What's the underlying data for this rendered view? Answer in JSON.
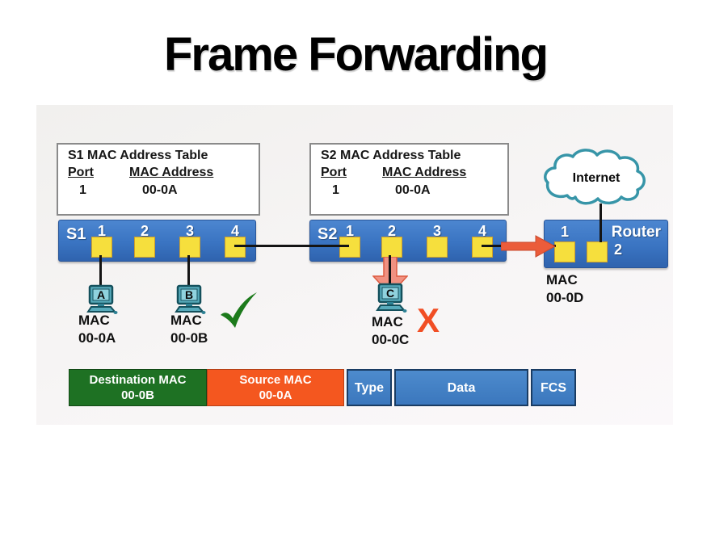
{
  "title": "Frame Forwarding",
  "colors": {
    "switch_blue": "#3a74c2",
    "port_yellow": "#f6df3d",
    "frame_green": "#1e7123",
    "frame_orange": "#f4571f",
    "frame_blue": "#3f7fc4",
    "check_green": "#1c7a1b",
    "x_red": "#f14e24",
    "arrow_orange": "#eb5c3a",
    "arrow_salmon": "#f09181",
    "cloud_teal": "#3795a8"
  },
  "mac_tables": {
    "s1": {
      "title": "S1 MAC Address Table",
      "port_header": "Port",
      "mac_header": "MAC Address",
      "rows": [
        {
          "port": "1",
          "mac": "00-0A"
        }
      ]
    },
    "s2": {
      "title": "S2 MAC Address Table",
      "port_header": "Port",
      "mac_header": "MAC Address",
      "rows": [
        {
          "port": "1",
          "mac": "00-0A"
        }
      ]
    }
  },
  "switches": {
    "s1": {
      "label": "S1",
      "ports": [
        "1",
        "2",
        "3",
        "4"
      ]
    },
    "s2": {
      "label": "S2",
      "ports": [
        "1",
        "2",
        "3",
        "4"
      ]
    }
  },
  "internet": {
    "label": "Internet"
  },
  "router": {
    "label": "Router",
    "port1_label": "1",
    "port2_label": "2",
    "mac_label": "MAC",
    "mac_value": "00-0D"
  },
  "hosts": [
    {
      "letter": "A",
      "mac_label": "MAC",
      "mac_value": "00-0A"
    },
    {
      "letter": "B",
      "mac_label": "MAC",
      "mac_value": "00-0B"
    },
    {
      "letter": "C",
      "mac_label": "MAC",
      "mac_value": "00-0C"
    }
  ],
  "annotations": {
    "x_label": "X"
  },
  "frame_fields": [
    {
      "label": "Destination MAC",
      "value": "00-0B"
    },
    {
      "label": "Source MAC",
      "value": "00-0A"
    },
    {
      "label": "Type",
      "value": ""
    },
    {
      "label": "Data",
      "value": ""
    },
    {
      "label": "FCS",
      "value": ""
    }
  ]
}
